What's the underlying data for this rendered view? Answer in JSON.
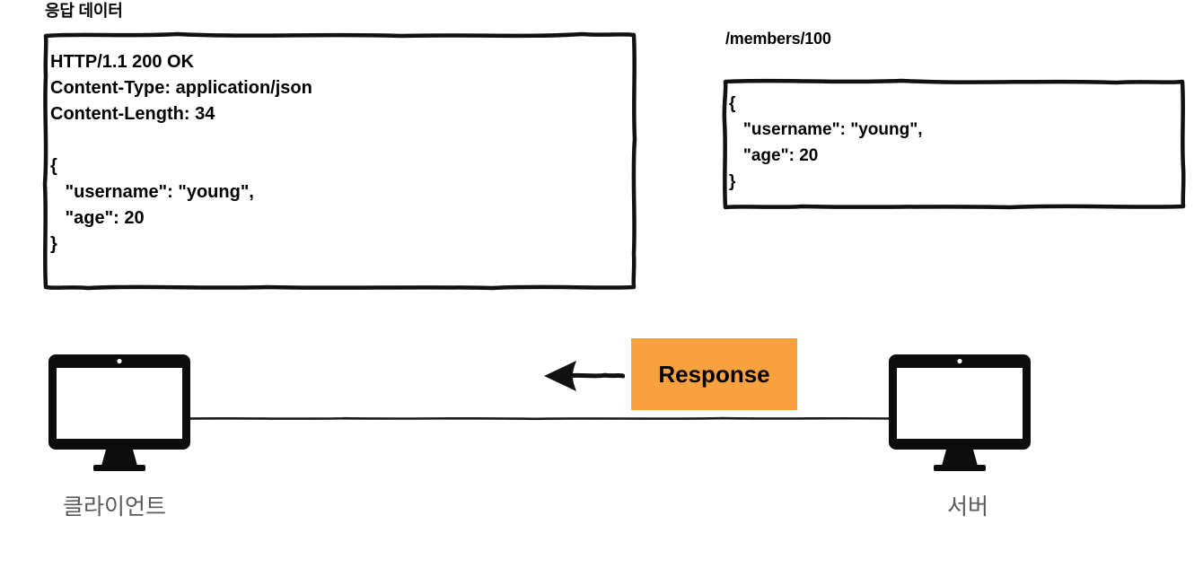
{
  "diagram": {
    "type": "http-response-flow",
    "background_color": "#ffffff",
    "accent_color": "#f9a03f",
    "label_color": "#58595b"
  },
  "response_section": {
    "title": "응답 데이터",
    "box": {
      "lines": [
        "HTTP/1.1 200 OK",
        "Content-Type: application/json",
        "Content-Length: 34",
        "",
        "{",
        "   \"username\": \"young\",",
        "   \"age\": 20",
        "}"
      ],
      "text": "HTTP/1.1 200 OK\nContent-Type: application/json\nContent-Length: 34\n\n{\n   \"username\": \"young\",\n   \"age\": 20\n}"
    }
  },
  "payload_section": {
    "title": "/members/100",
    "box": {
      "lines": [
        "{",
        "   \"username\": \"young\",",
        "   \"age\": 20",
        "}"
      ],
      "text": "{\n   \"username\": \"young\",\n   \"age\": 20\n}"
    }
  },
  "flow": {
    "badge_label": "Response",
    "badge_color": "#f9a03f",
    "arrow_direction": "left",
    "arrow_icon": "arrow-left-icon",
    "client": {
      "label": "클라이언트",
      "icon": "monitor-icon"
    },
    "server": {
      "label": "서버",
      "icon": "monitor-icon"
    }
  }
}
